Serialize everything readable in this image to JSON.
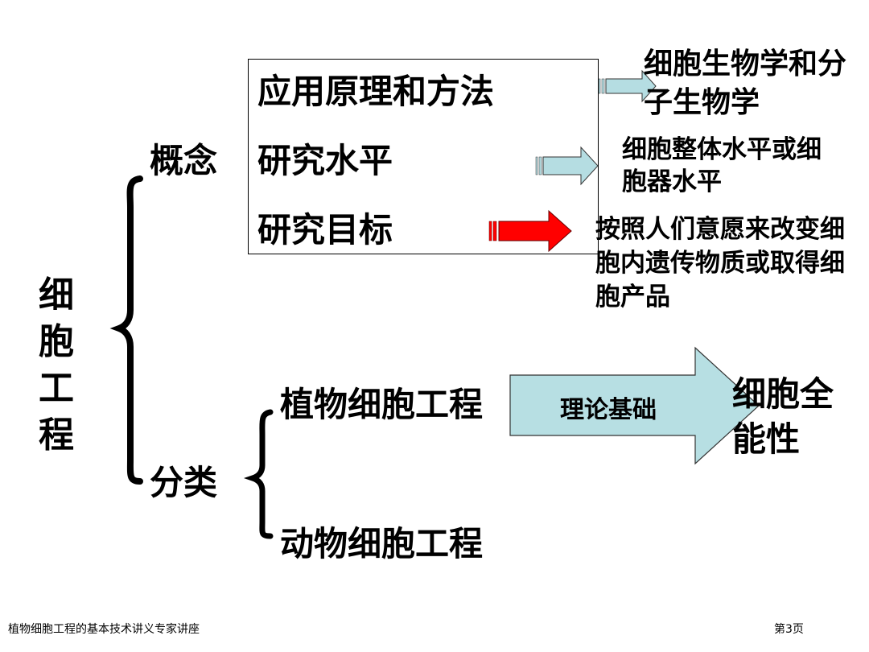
{
  "diagram": {
    "main_title": "细胞工程",
    "concept": {
      "label": "概念",
      "rows": [
        {
          "label": "应用原理和方法",
          "result": "细胞生物学和分子生物学"
        },
        {
          "label": "研究水平",
          "result": "细胞整体水平或细胞器水平"
        },
        {
          "label": "研究目标",
          "result": "按照人们意愿来改变细胞内遗传物质或取得细胞产品"
        }
      ]
    },
    "category": {
      "label": "分类",
      "items": [
        "植物细胞工程",
        "动物细胞工程"
      ],
      "basis_label": "理论基础",
      "basis_result": "细胞全能性"
    }
  },
  "footer": {
    "left": "植物细胞工程的基本技术讲义专家讲座",
    "right": "第3页"
  },
  "colors": {
    "light_arrow": "#b5dde2",
    "red_arrow": "#ff0000",
    "big_arrow": "#b7dfe3"
  }
}
